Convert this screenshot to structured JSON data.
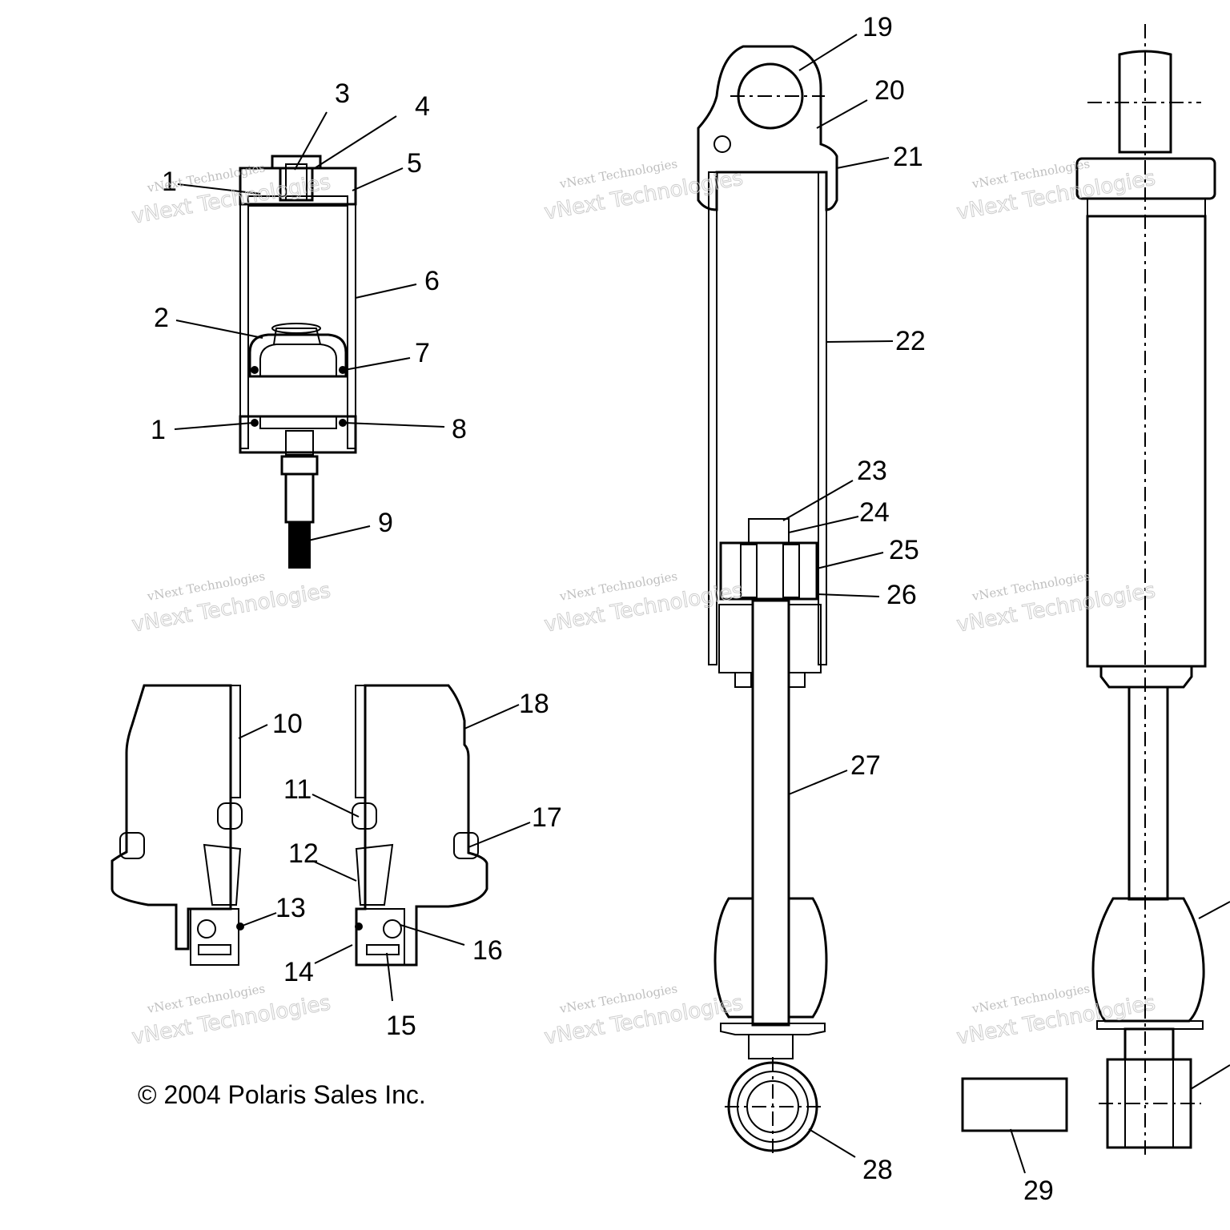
{
  "copyright": "© 2004 Polaris Sales Inc.",
  "watermark": {
    "line1": "vNext Technologies",
    "line2": "vNext Technologies"
  },
  "callouts": [
    "1",
    "1",
    "2",
    "3",
    "4",
    "5",
    "6",
    "7",
    "8",
    "9",
    "10",
    "11",
    "12",
    "13",
    "14",
    "15",
    "16",
    "17",
    "18",
    "19",
    "20",
    "21",
    "22",
    "23",
    "24",
    "25",
    "26",
    "27",
    "28",
    "29"
  ]
}
